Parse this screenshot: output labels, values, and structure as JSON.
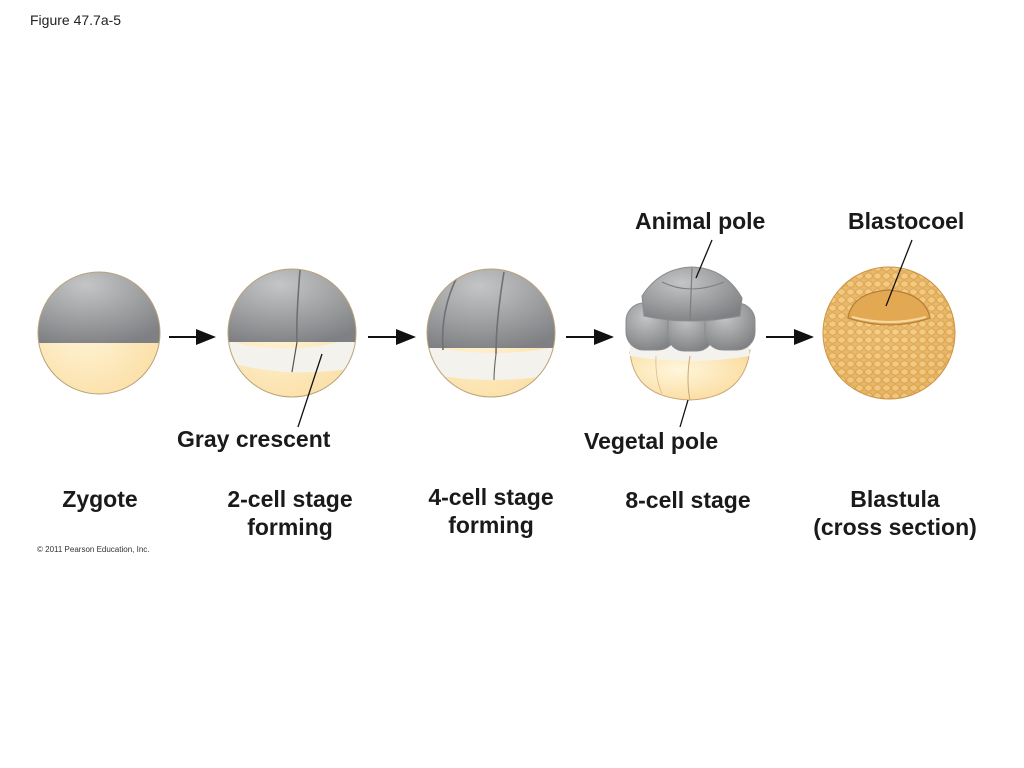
{
  "figure_label": "Figure 47.7a-5",
  "copyright": "© 2011 Pearson Education, Inc.",
  "annotations": {
    "gray_crescent": "Gray crescent",
    "animal_pole": "Animal pole",
    "vegetal_pole": "Vegetal pole",
    "blastocoel": "Blastocoel"
  },
  "stages": [
    {
      "line1": "Zygote",
      "line2": ""
    },
    {
      "line1": "2-cell stage",
      "line2": "forming"
    },
    {
      "line1": "4-cell stage",
      "line2": "forming"
    },
    {
      "line1": "8-cell stage",
      "line2": ""
    },
    {
      "line1": "Blastula",
      "line2": "(cross section)"
    }
  ],
  "colors": {
    "animal_gray": "#9b9c9e",
    "yolk_yellow": "#fbe0a8",
    "blastula_orange": "#e9b462",
    "crescent": "#f4f2ec",
    "outline": "#8a8a8a"
  }
}
